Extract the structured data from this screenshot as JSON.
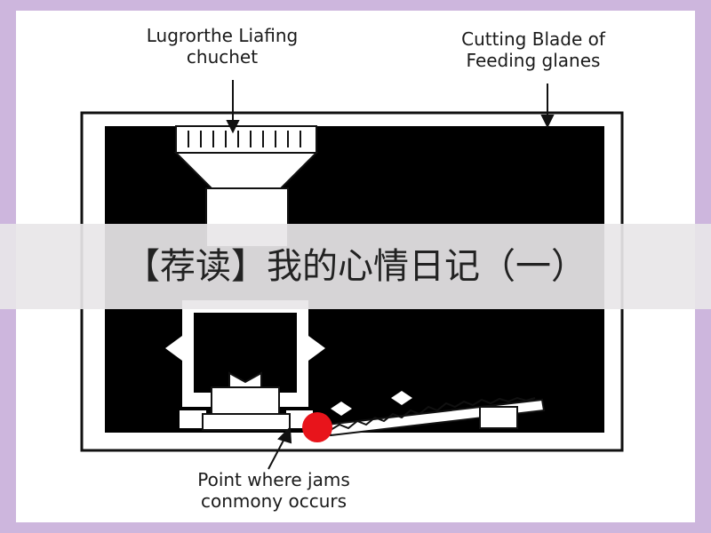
{
  "labels": {
    "top_left": "Lugrorthe Liafing\nchuchet",
    "top_right": "Cutting Blade of\nFeeding glanes",
    "bottom": "Point where jams\nconmony occurs"
  },
  "banner": {
    "title": "【荐读】我的心情日记（一）"
  },
  "colors": {
    "background_frame": "#cdb6dd",
    "machine_fill": "#000000",
    "jam_marker": "#e8141b"
  }
}
